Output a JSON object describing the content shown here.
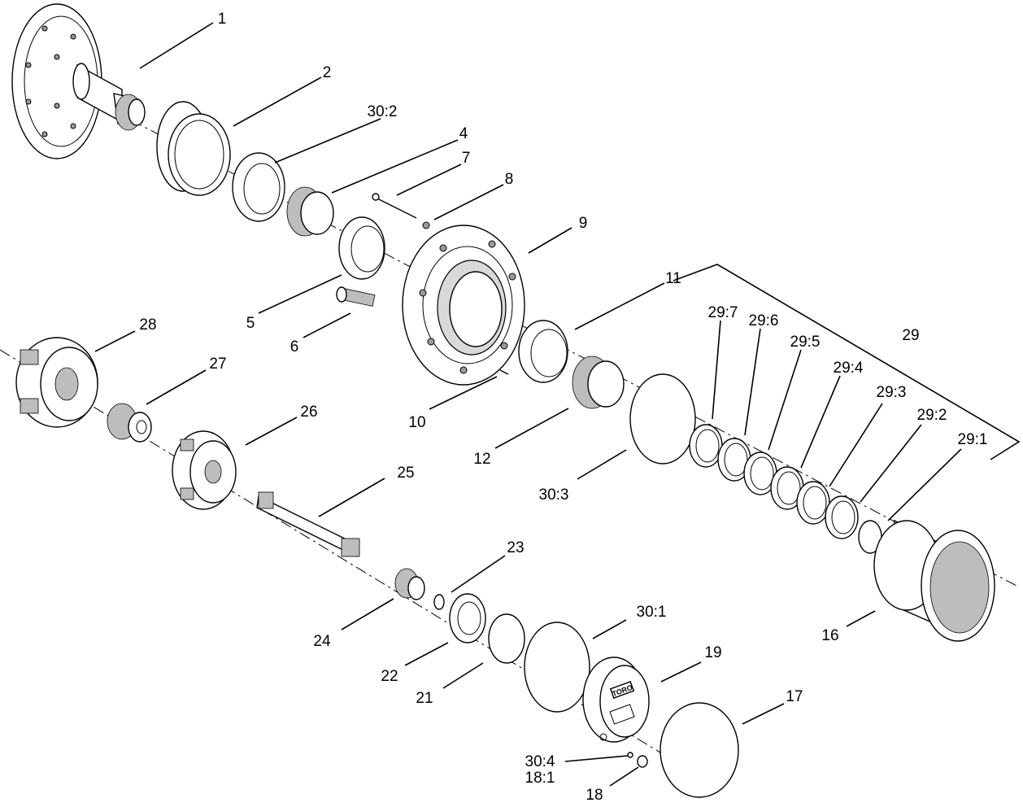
{
  "labels": {
    "l1": "1",
    "l2": "2",
    "l30_2": "30:2",
    "l4": "4",
    "l7": "7",
    "l8": "8",
    "l9": "9",
    "l5": "5",
    "l6": "6",
    "l11": "11",
    "l10": "10",
    "l12": "12",
    "l28": "28",
    "l27": "27",
    "l26": "26",
    "l25": "25",
    "l29_7": "29:7",
    "l29_6": "29:6",
    "l29_5": "29:5",
    "l29_4": "29:4",
    "l29_3": "29:3",
    "l29_2": "29:2",
    "l29_1": "29:1",
    "l29": "29",
    "l30_3": "30:3",
    "l23": "23",
    "l24": "24",
    "l22": "22",
    "l21": "21",
    "l30_1": "30:1",
    "l19": "19",
    "l16": "16",
    "l17": "17",
    "l30_4": "30:4",
    "l18_1": "18:1",
    "l18": "18"
  },
  "logo_text": "TORO"
}
